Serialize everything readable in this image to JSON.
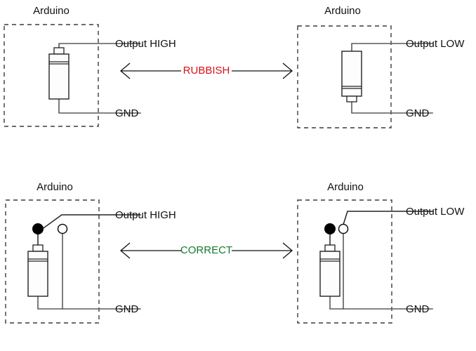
{
  "figure": {
    "description": "Comparison of LED wiring to an Arduino output pin",
    "wire_color": "#5a5a5a",
    "outline_color": "#3a3a3a",
    "bad_color": "#d8111a",
    "good_color": "#127a2e"
  },
  "rows": [
    {
      "id": "row-rubbish",
      "verdict": "RUBBISH",
      "verdict_color": "#d8111a",
      "left": {
        "board_title": "Arduino",
        "top_pin_label": "Output HIGH",
        "bottom_pin_label": "GND",
        "led_orientation": "anode-up"
      },
      "right": {
        "board_title": "Arduino",
        "top_pin_label": "Output LOW",
        "bottom_pin_label": "GND",
        "led_orientation": "anode-down"
      }
    },
    {
      "id": "row-correct",
      "verdict": "CORRECT",
      "verdict_color": "#127a2e",
      "left": {
        "board_title": "Arduino",
        "top_pin_label": "Output HIGH",
        "bottom_pin_label": "GND",
        "led_orientation": "anode-up",
        "switch_contact_selected": "filled-left"
      },
      "right": {
        "board_title": "Arduino",
        "top_pin_label": "Output LOW",
        "bottom_pin_label": "GND",
        "led_orientation": "anode-up",
        "switch_contact_selected": "open-right"
      }
    }
  ]
}
